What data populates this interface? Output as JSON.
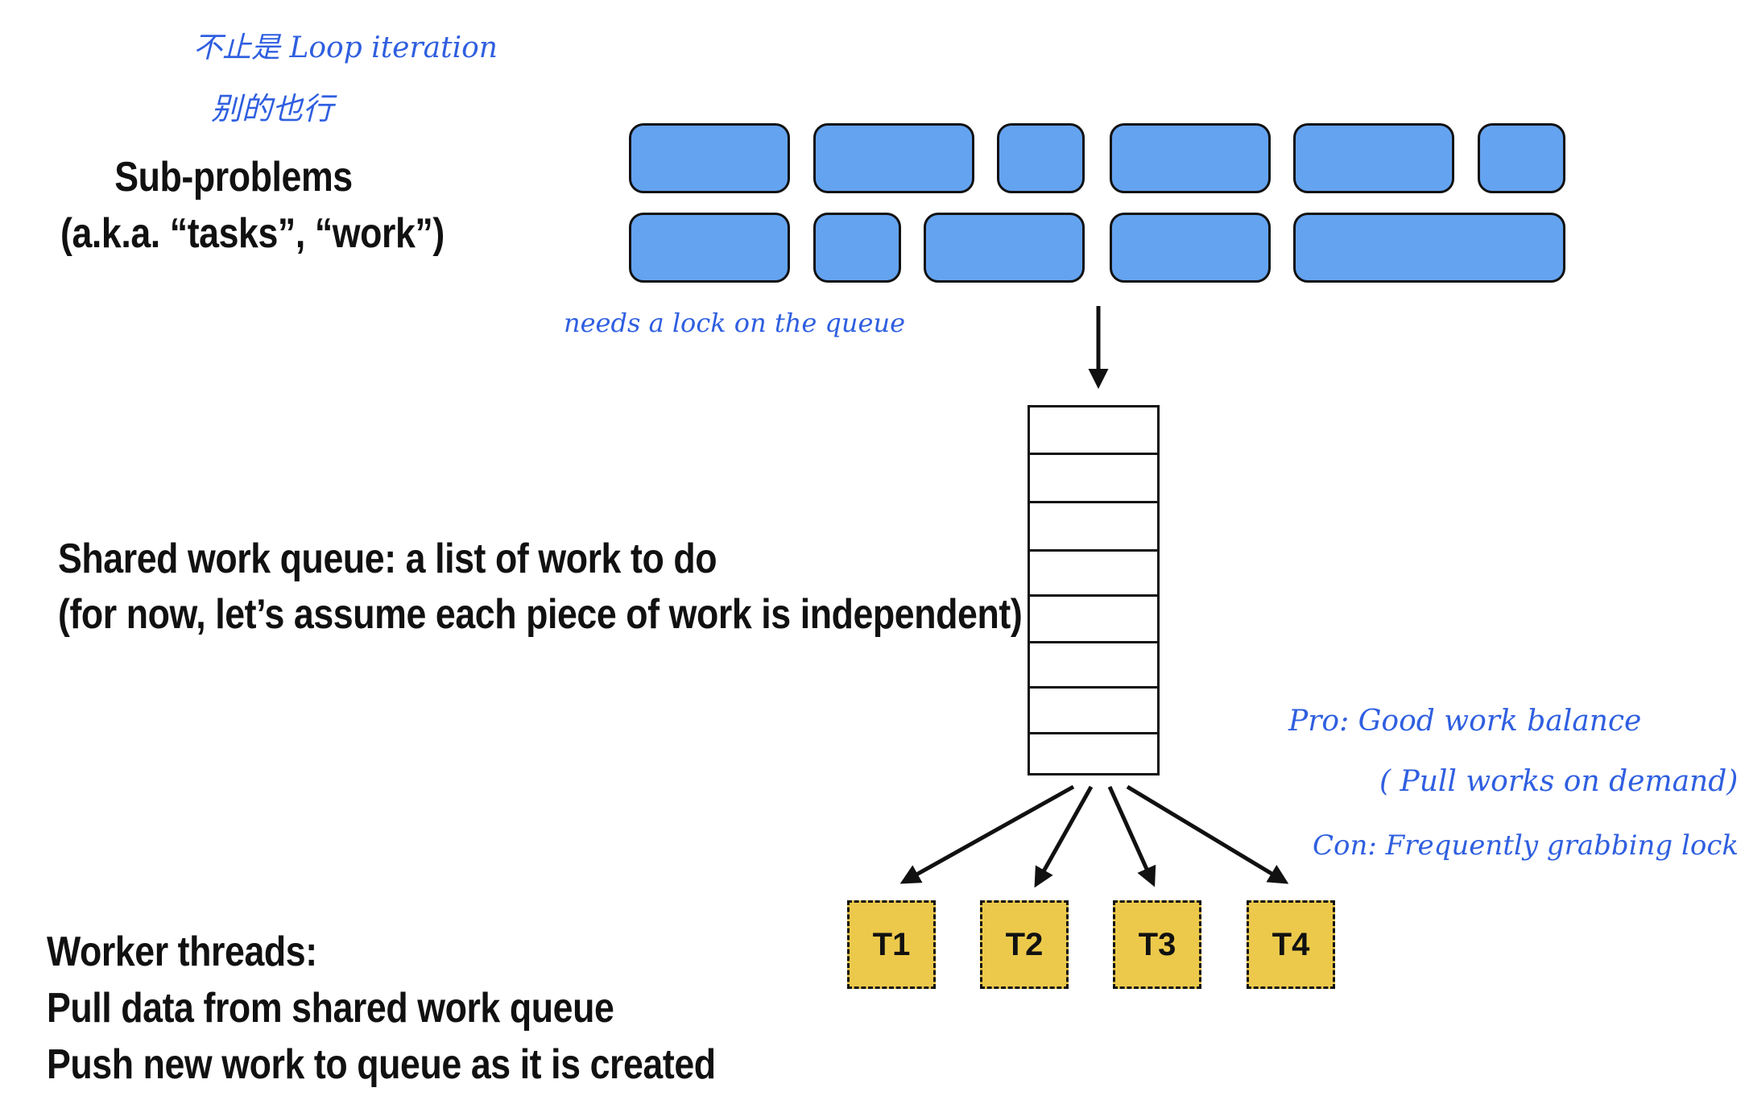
{
  "annotations": {
    "top_note_line1": "不止是 Loop iteration",
    "top_note_line2": "别的也行",
    "lock_note": "needs a lock on the queue",
    "pro": "Pro: Good work balance",
    "pro_detail": "( Pull works on demand)",
    "con": "Con: Frequently grabbing lock"
  },
  "subproblems": {
    "line1": "Sub-problems",
    "line2": "(a.k.a. “tasks”, “work”)"
  },
  "shared_queue": {
    "line1": "Shared work queue: a list of work to do",
    "line2": "(for now, let’s assume each piece of work is independent)"
  },
  "workers": {
    "line1": "Worker threads:",
    "line2": "Pull data from shared work queue",
    "line3": "Push new work to queue as it is created"
  },
  "threads": [
    "T1",
    "T2",
    "T3",
    "T4"
  ],
  "colors": {
    "task_fill": "#64a3f0",
    "thread_fill": "#ecc94b",
    "handwriting": "#2f5fe0"
  }
}
